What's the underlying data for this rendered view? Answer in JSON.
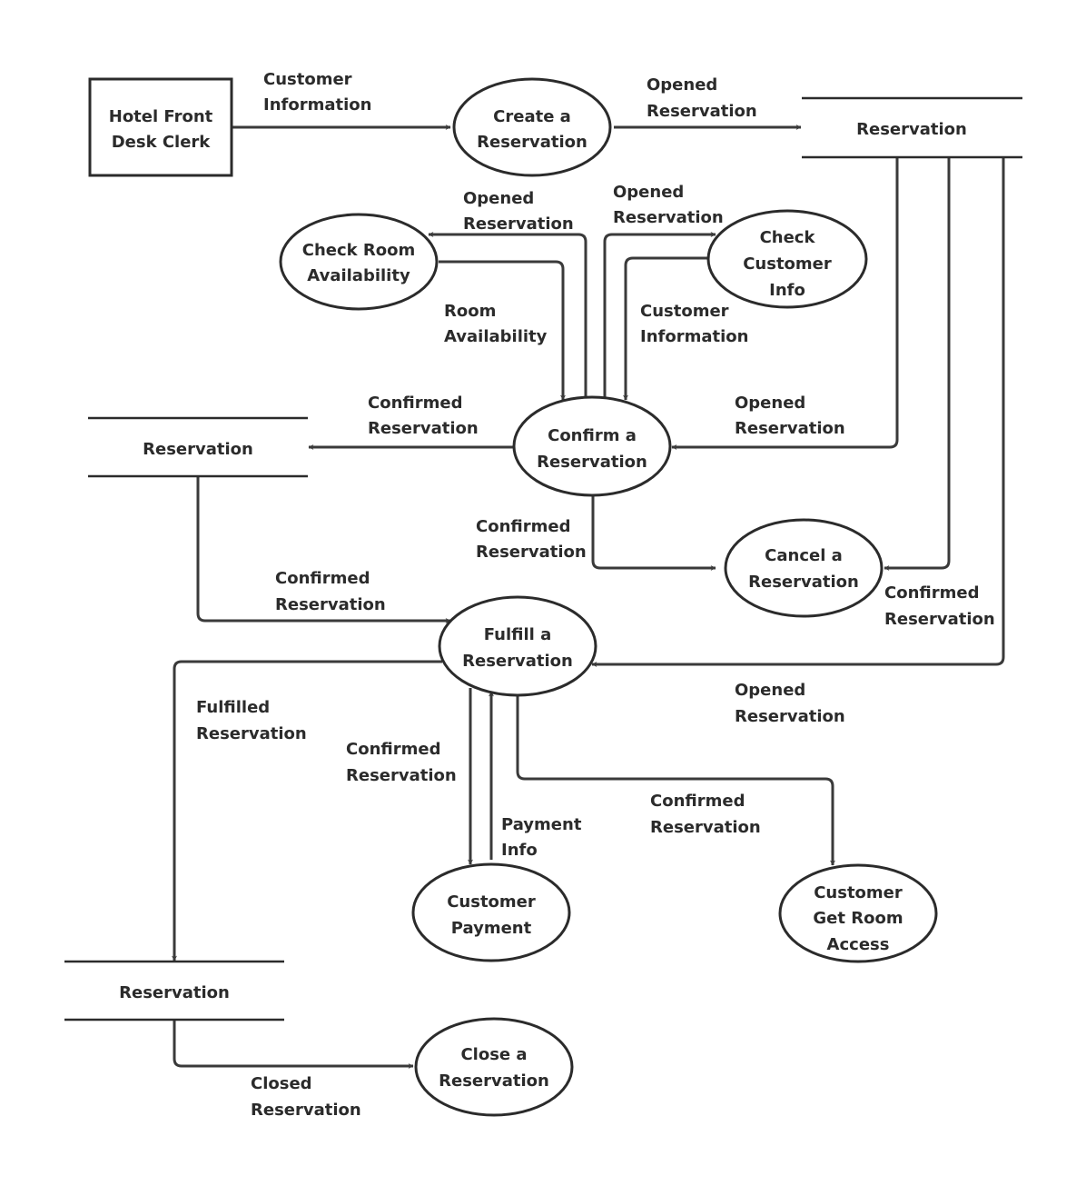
{
  "entities": {
    "clerk": [
      "Hotel Front",
      "Desk Clerk"
    ]
  },
  "processes": {
    "create": [
      "Create a",
      "Reservation"
    ],
    "check_room": [
      "Check Room",
      "Availability"
    ],
    "check_customer": [
      "Check",
      "Customer",
      "Info"
    ],
    "confirm": [
      "Confirm a",
      "Reservation"
    ],
    "cancel": [
      "Cancel a",
      "Reservation"
    ],
    "fulfill": [
      "Fulfill a",
      "Reservation"
    ],
    "payment": [
      "Customer",
      "Payment"
    ],
    "room_access": [
      "Customer",
      "Get Room",
      "Access"
    ],
    "close": [
      "Close a",
      "Reservation"
    ]
  },
  "stores": {
    "store_top": "Reservation",
    "store_mid": "Reservation",
    "store_bottom": "Reservation"
  },
  "flows": {
    "clerk_to_create": [
      "Customer",
      "Information"
    ],
    "create_to_store": [
      "Opened",
      "Reservation"
    ],
    "confirm_to_check_room": [
      "Opened",
      "Reservation"
    ],
    "confirm_to_check_customer": [
      "Opened",
      "Reservation"
    ],
    "check_room_to_confirm": [
      "Room",
      "Availability"
    ],
    "check_customer_to_confirm": [
      "Customer",
      "Information"
    ],
    "confirm_to_store_mid": [
      "Confirmed",
      "Reservation"
    ],
    "store_to_confirm": [
      "Opened",
      "Reservation"
    ],
    "confirm_to_cancel": [
      "Confirmed",
      "Reservation"
    ],
    "store_to_cancel": [
      "Confirmed",
      "Reservation"
    ],
    "store_mid_to_fulfill": [
      "Confirmed",
      "Reservation"
    ],
    "store_to_fulfill": [
      "Opened",
      "Reservation"
    ],
    "fulfill_to_store_bottom": [
      "Fulfilled",
      "Reservation"
    ],
    "fulfill_to_payment": [
      "Confirmed",
      "Reservation"
    ],
    "payment_to_fulfill": [
      "Payment",
      "Info"
    ],
    "fulfill_to_room_access": [
      "Confirmed",
      "Reservation"
    ],
    "store_bottom_to_close": [
      "Closed",
      "Reservation"
    ]
  }
}
